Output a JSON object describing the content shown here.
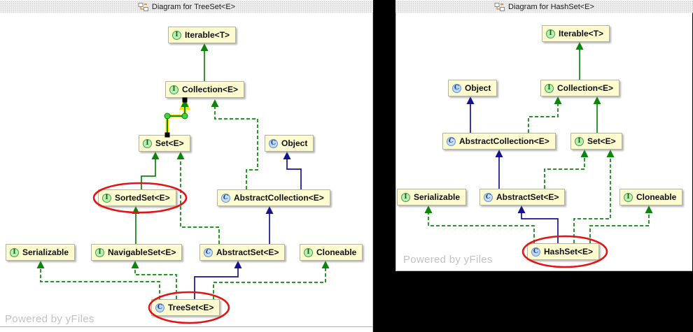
{
  "icon_letters": {
    "interface": "I",
    "class": "C",
    "abstract_class": "C"
  },
  "colors": {
    "node_fill": "#fdfbd0",
    "interface_edge_green": "#0a870a",
    "class_edge_navy": "#14148c",
    "selection_yellow": "#ffe100",
    "annotation_red": "#e21414",
    "canvas_white": "#ffffff",
    "background_black": "#000000"
  },
  "left_panel": {
    "title": "Diagram for TreeSet<E>",
    "watermark": "Powered by yFiles",
    "nodes": {
      "iterable": {
        "label": "Iterable<T>",
        "kind": "interface"
      },
      "collection": {
        "label": "Collection<E>",
        "kind": "interface"
      },
      "set": {
        "label": "Set<E>",
        "kind": "interface"
      },
      "object": {
        "label": "Object",
        "kind": "class"
      },
      "sortedset": {
        "label": "SortedSet<E>",
        "kind": "interface",
        "annotation": "red-ellipse"
      },
      "abstractcollection": {
        "label": "AbstractCollection<E>",
        "kind": "abstract-class"
      },
      "serializable": {
        "label": "Serializable",
        "kind": "interface"
      },
      "navigableset": {
        "label": "NavigableSet<E>",
        "kind": "interface"
      },
      "abstractset": {
        "label": "AbstractSet<E>",
        "kind": "abstract-class"
      },
      "cloneable": {
        "label": "Cloneable",
        "kind": "interface"
      },
      "treeset": {
        "label": "TreeSet<E>",
        "kind": "class",
        "annotation": "red-ellipse"
      }
    },
    "edges": [
      {
        "from": "Collection<E>",
        "to": "Iterable<T>",
        "relation": "extends",
        "style": "green-solid"
      },
      {
        "from": "Set<E>",
        "to": "Collection<E>",
        "relation": "extends",
        "style": "green-solid",
        "selected": true
      },
      {
        "from": "AbstractCollection<E>",
        "to": "Collection<E>",
        "relation": "implements",
        "style": "green-dashed"
      },
      {
        "from": "AbstractCollection<E>",
        "to": "Object",
        "relation": "extends",
        "style": "navy-solid"
      },
      {
        "from": "SortedSet<E>",
        "to": "Set<E>",
        "relation": "extends",
        "style": "green-solid"
      },
      {
        "from": "AbstractSet<E>",
        "to": "Set<E>",
        "relation": "implements",
        "style": "green-dashed"
      },
      {
        "from": "AbstractSet<E>",
        "to": "AbstractCollection<E>",
        "relation": "extends",
        "style": "navy-solid"
      },
      {
        "from": "NavigableSet<E>",
        "to": "SortedSet<E>",
        "relation": "extends",
        "style": "green-solid"
      },
      {
        "from": "TreeSet<E>",
        "to": "Serializable",
        "relation": "implements",
        "style": "green-dashed"
      },
      {
        "from": "TreeSet<E>",
        "to": "NavigableSet<E>",
        "relation": "implements",
        "style": "green-dashed"
      },
      {
        "from": "TreeSet<E>",
        "to": "AbstractSet<E>",
        "relation": "extends",
        "style": "navy-solid"
      },
      {
        "from": "TreeSet<E>",
        "to": "Cloneable",
        "relation": "implements",
        "style": "green-dashed"
      }
    ]
  },
  "right_panel": {
    "title": "Diagram for HashSet<E>",
    "watermark": "Powered by yFiles",
    "nodes": {
      "iterable": {
        "label": "Iterable<T>",
        "kind": "interface"
      },
      "object": {
        "label": "Object",
        "kind": "class"
      },
      "collection": {
        "label": "Collection<E>",
        "kind": "interface"
      },
      "abstractcollection": {
        "label": "AbstractCollection<E>",
        "kind": "abstract-class"
      },
      "set": {
        "label": "Set<E>",
        "kind": "interface"
      },
      "serializable": {
        "label": "Serializable",
        "kind": "interface"
      },
      "abstractset": {
        "label": "AbstractSet<E>",
        "kind": "abstract-class"
      },
      "cloneable": {
        "label": "Cloneable",
        "kind": "interface"
      },
      "hashset": {
        "label": "HashSet<E>",
        "kind": "class",
        "annotation": "red-ellipse"
      }
    },
    "edges": [
      {
        "from": "Collection<E>",
        "to": "Iterable<T>",
        "relation": "extends",
        "style": "green-solid"
      },
      {
        "from": "AbstractCollection<E>",
        "to": "Object",
        "relation": "extends",
        "style": "navy-solid"
      },
      {
        "from": "AbstractCollection<E>",
        "to": "Collection<E>",
        "relation": "implements",
        "style": "green-dashed"
      },
      {
        "from": "Set<E>",
        "to": "Collection<E>",
        "relation": "extends",
        "style": "green-solid"
      },
      {
        "from": "AbstractSet<E>",
        "to": "AbstractCollection<E>",
        "relation": "extends",
        "style": "navy-solid"
      },
      {
        "from": "AbstractSet<E>",
        "to": "Set<E>",
        "relation": "implements",
        "style": "green-dashed"
      },
      {
        "from": "HashSet<E>",
        "to": "Serializable",
        "relation": "implements",
        "style": "green-dashed"
      },
      {
        "from": "HashSet<E>",
        "to": "AbstractSet<E>",
        "relation": "extends",
        "style": "navy-solid"
      },
      {
        "from": "HashSet<E>",
        "to": "Set<E>",
        "relation": "implements",
        "style": "green-dashed"
      },
      {
        "from": "HashSet<E>",
        "to": "Cloneable",
        "relation": "implements",
        "style": "green-dashed"
      }
    ]
  }
}
